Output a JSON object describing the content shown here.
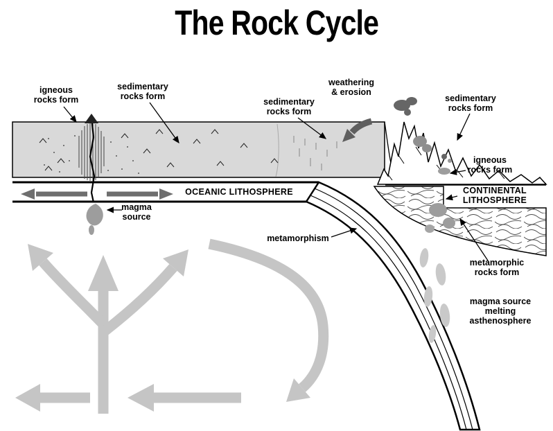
{
  "title": "The Rock Cycle",
  "labels": {
    "igneous_left": "igneous\nrocks form",
    "sedimentary_left": "sedimentary\nrocks form",
    "sedimentary_mid": "sedimentary\nrocks form",
    "weathering_erosion": "weathering\n& erosion",
    "sedimentary_right": "sedimentary\nrocks form",
    "igneous_right": "igneous\nrocks form",
    "continental_lithosphere": "CONTINENTAL\nLITHOSPHERE",
    "oceanic_lithosphere": "OCEANIC LITHOSPHERE",
    "magma_source_left": "magma\nsource",
    "metamorphism": "metamorphism",
    "metamorphic_rocks": "metamorphic\nrocks form",
    "magma_source_right": "magma source\nmelting asthenosphere"
  },
  "palette": {
    "background": "#ffffff",
    "seafloor": "#d9d9d9",
    "convection": "#c5c5c5",
    "spreading": "#6e6e6e",
    "magma": "#9d9d9d",
    "melt": "#c9c9c9",
    "smoke": "#666666",
    "ink": "#000000"
  }
}
